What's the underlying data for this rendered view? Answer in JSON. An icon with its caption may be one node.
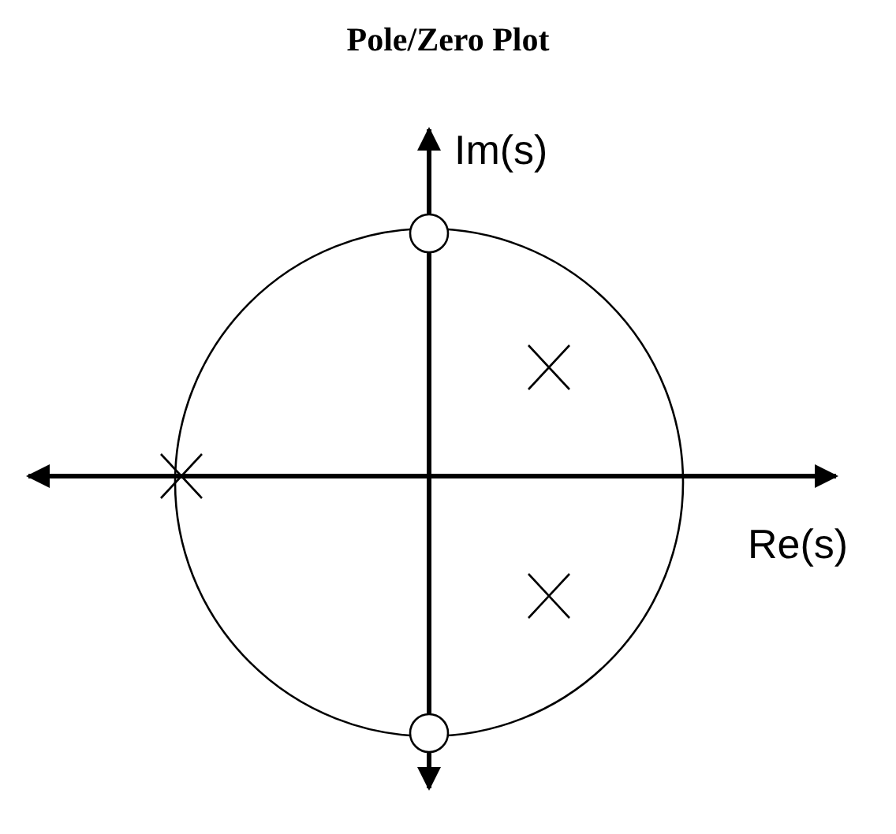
{
  "diagram": {
    "title": "Pole/Zero Plot",
    "labels": [
      "Im(s)",
      "Re(s)"
    ]
  }
}
